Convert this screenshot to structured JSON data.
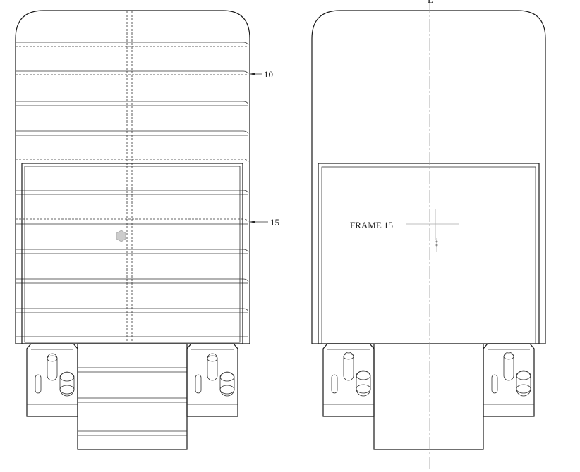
{
  "drawing": {
    "left_view": {
      "callouts": [
        {
          "id": "callout-10",
          "text": "10"
        },
        {
          "id": "callout-15",
          "text": "15"
        }
      ]
    },
    "right_view": {
      "frame_label": "FRAME 15",
      "centerline_mark": "L"
    }
  }
}
